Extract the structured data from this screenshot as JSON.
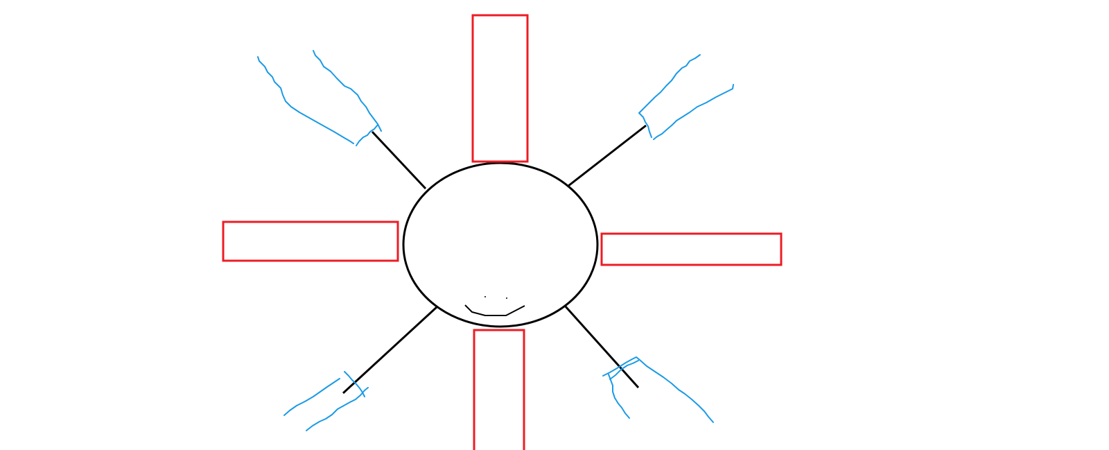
{
  "colors": {
    "background": "#ffffff",
    "outline": "#000000",
    "box": "#ed1c24",
    "branch": "#1a9ae6"
  },
  "diagram": {
    "center": {
      "shape": "ellipse",
      "face": "smiley"
    },
    "boxes": [
      "box-top",
      "box-left",
      "box-right",
      "box-bottom"
    ],
    "spokes": [
      "spoke-top-left",
      "spoke-top-right",
      "spoke-bottom-left",
      "spoke-bottom-right"
    ],
    "branch_pairs": [
      "branches-top-left",
      "branches-top-right",
      "branches-bottom-left",
      "branches-bottom-right"
    ]
  }
}
